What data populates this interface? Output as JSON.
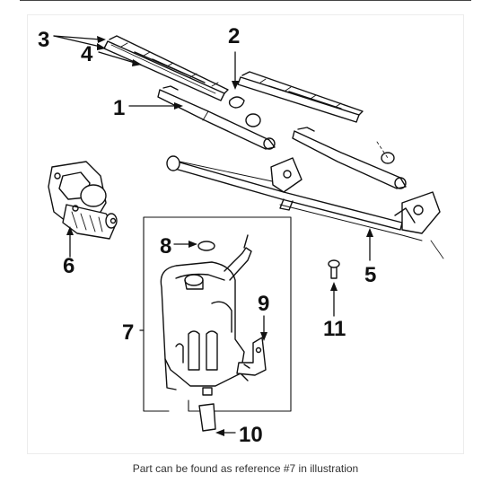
{
  "diagram": {
    "callouts": [
      {
        "id": "1",
        "label": "1"
      },
      {
        "id": "2",
        "label": "2"
      },
      {
        "id": "3",
        "label": "3"
      },
      {
        "id": "4",
        "label": "4"
      },
      {
        "id": "5",
        "label": "5"
      },
      {
        "id": "6",
        "label": "6"
      },
      {
        "id": "7",
        "label": "7"
      },
      {
        "id": "8",
        "label": "8"
      },
      {
        "id": "9",
        "label": "9"
      },
      {
        "id": "10",
        "label": "10"
      },
      {
        "id": "11",
        "label": "11"
      }
    ]
  },
  "caption": "Part can be found as reference #7 in illustration",
  "colors": {
    "line": "#111111",
    "background": "#ffffff",
    "caption": "#333333"
  }
}
